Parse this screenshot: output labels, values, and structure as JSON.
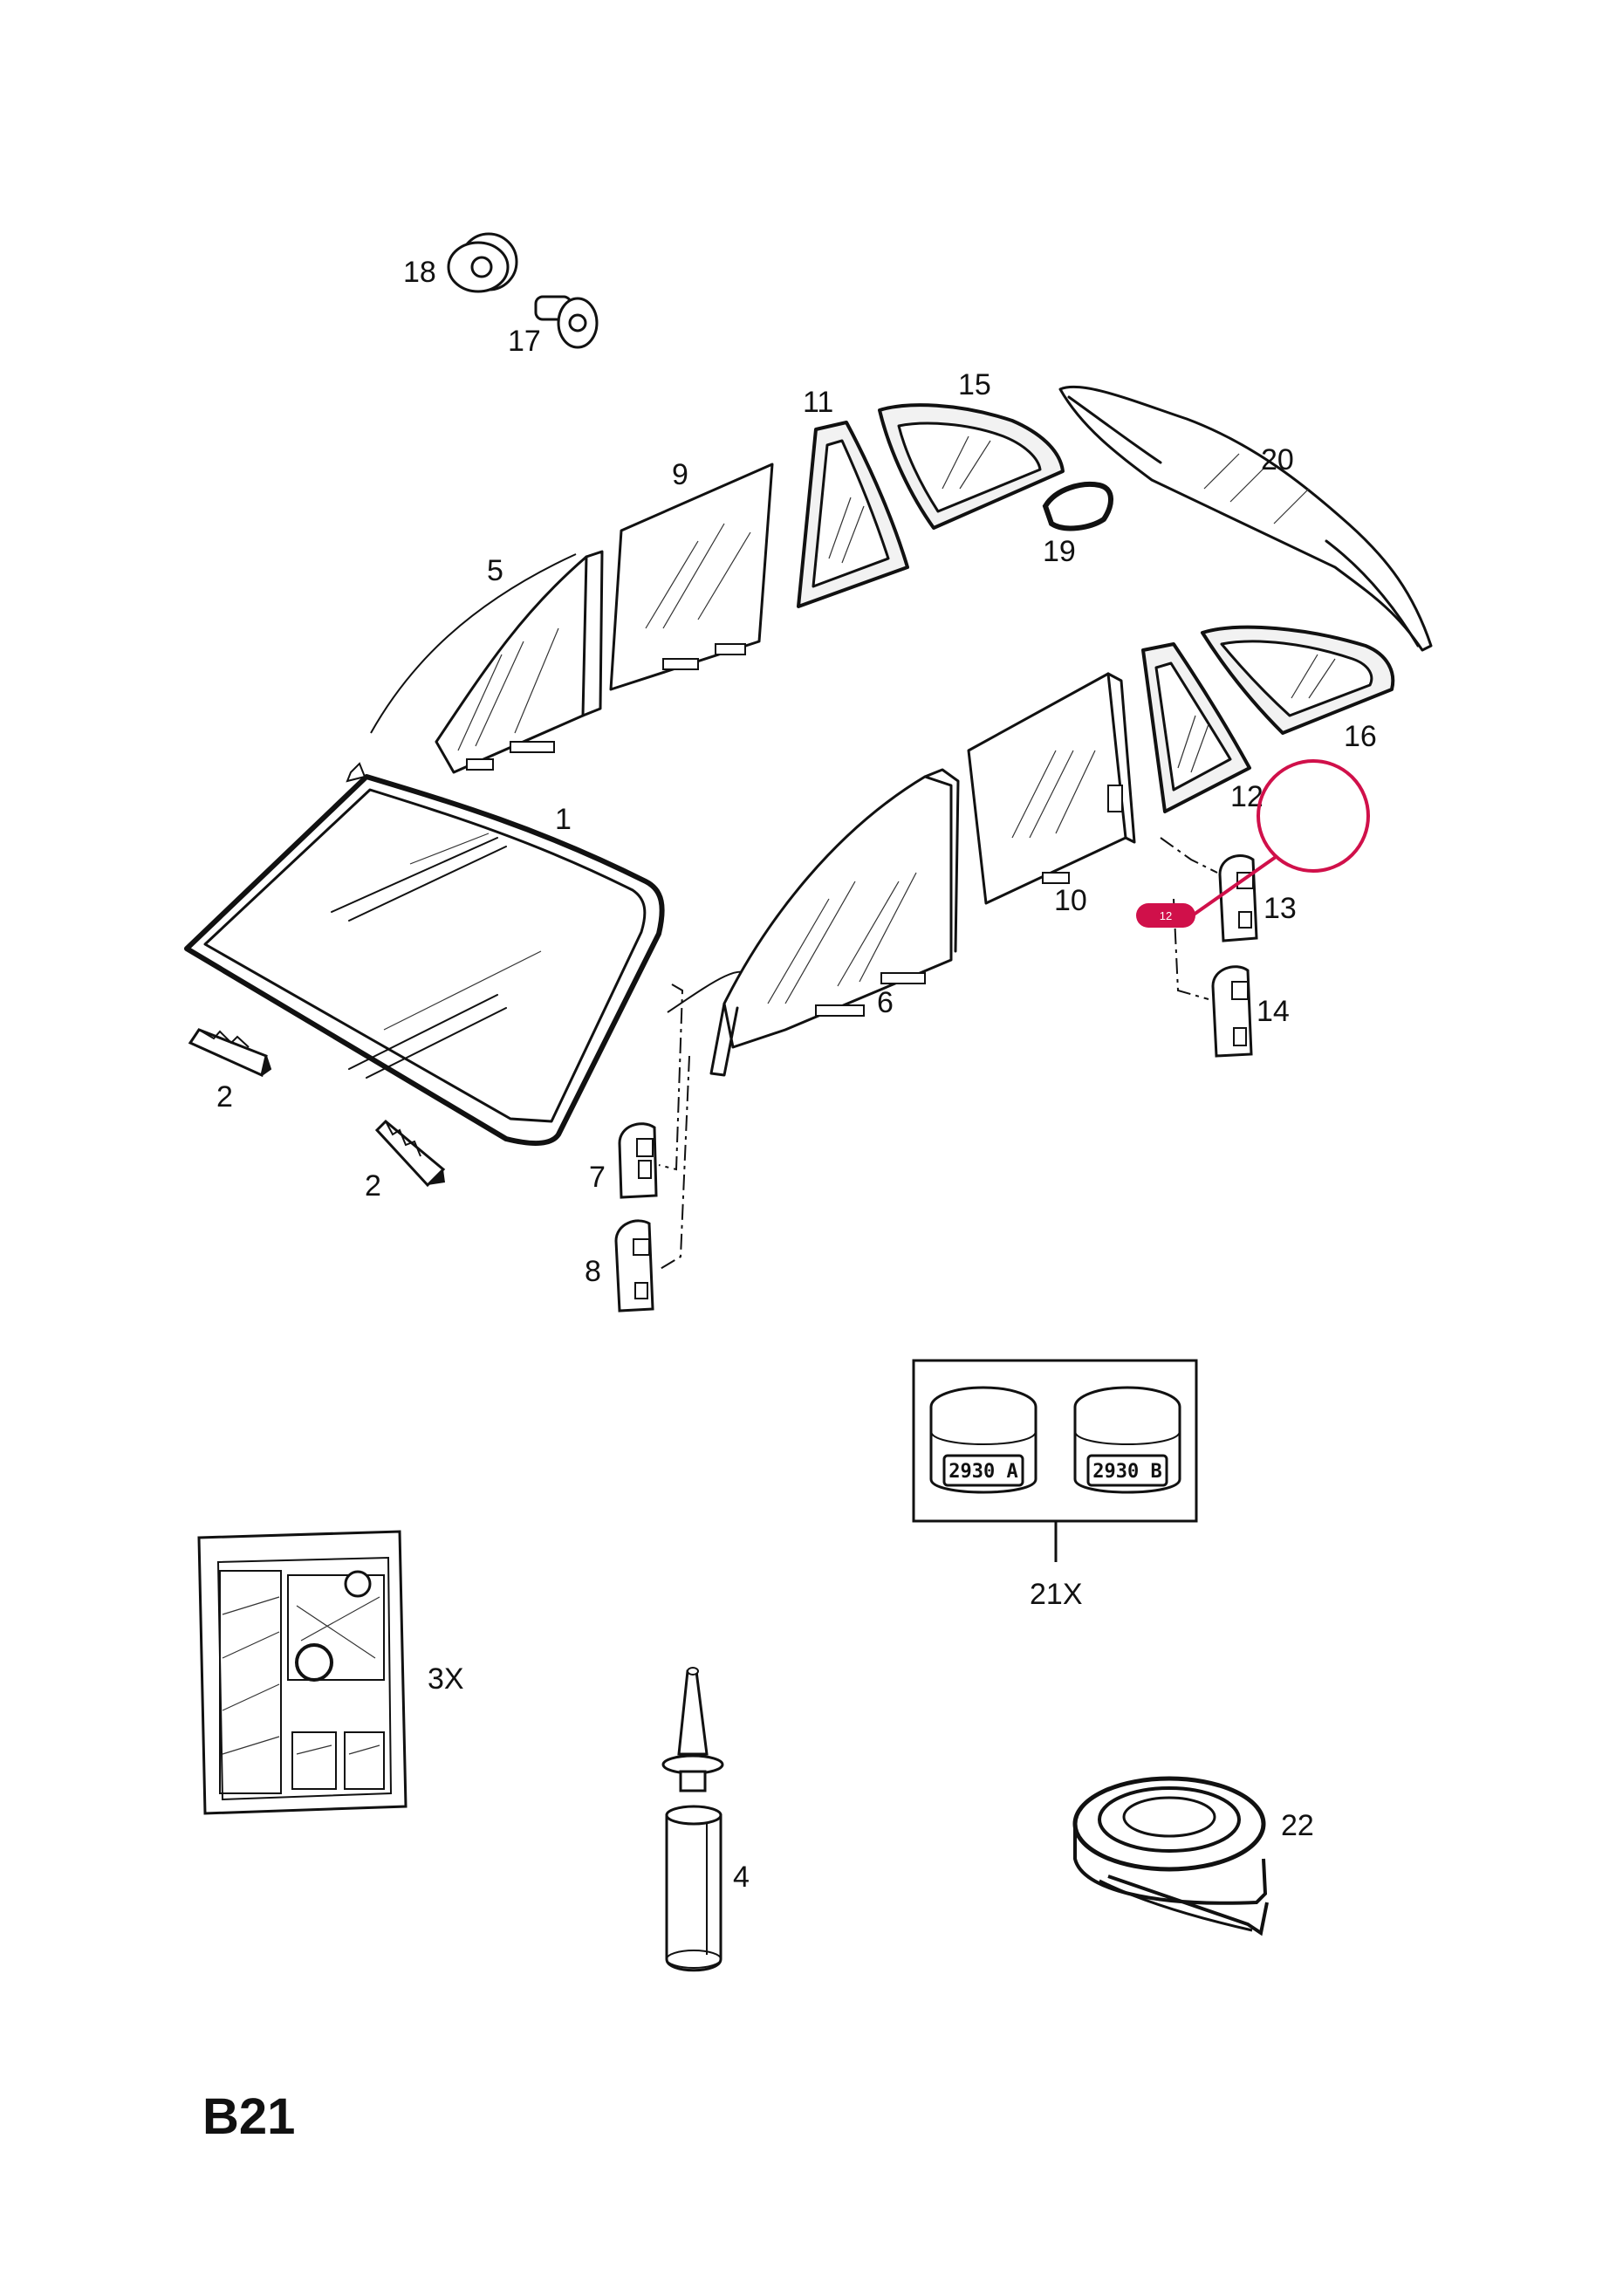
{
  "page_code": "B21",
  "part_labels": {
    "p1": "1",
    "p2a": "2",
    "p2b": "2",
    "p3x": "3X",
    "p4": "4",
    "p5": "5",
    "p6": "6",
    "p7": "7",
    "p8": "8",
    "p9": "9",
    "p10": "10",
    "p11": "11",
    "p12": "12",
    "p13": "13",
    "p14": "14",
    "p15": "15",
    "p16": "16",
    "p17": "17",
    "p18": "18",
    "p19": "19",
    "p20": "20",
    "p21x": "21X",
    "p22": "22"
  },
  "jars": {
    "a": "2930 A",
    "b": "2930 B"
  },
  "highlight": {
    "badge_label": "12",
    "color": "#d0104a"
  }
}
